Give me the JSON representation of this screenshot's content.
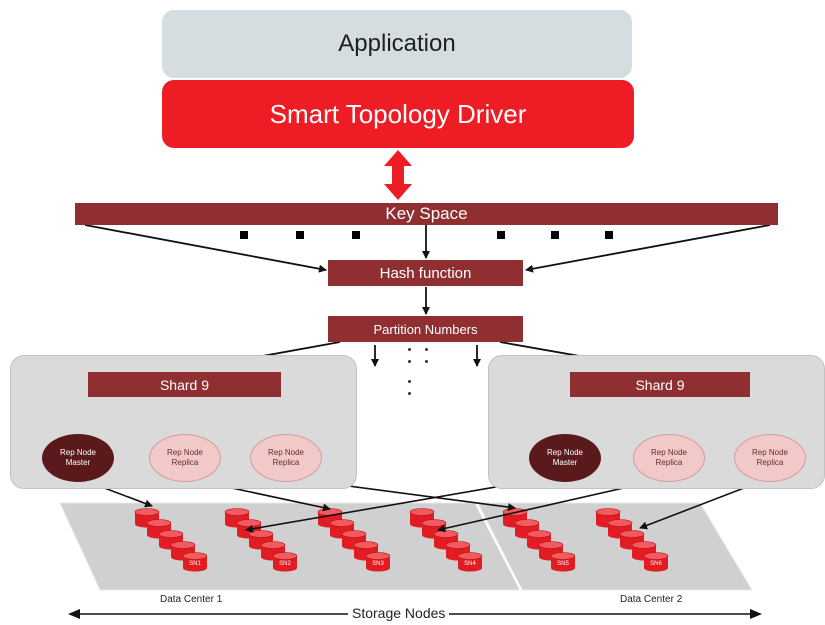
{
  "application_label": "Application",
  "driver_label": "Smart Topology Driver",
  "keyspace_label": "Key Space",
  "hash_label": "Hash function",
  "partition_label": "Partition Numbers",
  "shards": [
    {
      "label": "Shard 9",
      "nodes": [
        {
          "line1": "Rep Node",
          "line2": "Master"
        },
        {
          "line1": "Rep Node",
          "line2": "Replica"
        },
        {
          "line1": "Rep Node",
          "line2": "Replica"
        }
      ]
    },
    {
      "label": "Shard 9",
      "nodes": [
        {
          "line1": "Rep Node",
          "line2": "Master"
        },
        {
          "line1": "Rep Node",
          "line2": "Replica"
        },
        {
          "line1": "Rep Node",
          "line2": "Replica"
        }
      ]
    }
  ],
  "data_center_1_label": "Data Center 1",
  "data_center_2_label": "Data Center 2",
  "storage_nodes_label": "Storage Nodes",
  "storage_node_tags": [
    "SN1",
    "SN2",
    "SN3",
    "SN4",
    "SN5",
    "SN6"
  ],
  "colors": {
    "application": "#d6dde0",
    "driver": "#ee1c25",
    "dark_bar": "#8f2f31",
    "master_node": "#5a1a1c",
    "replica_node": "#f2c9c9",
    "disk": "#e21c23"
  }
}
